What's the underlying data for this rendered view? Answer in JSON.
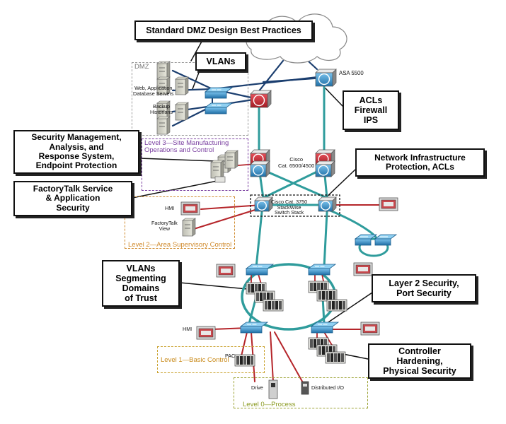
{
  "callouts": {
    "dmz": "Standard DMZ Design Best Practices",
    "vlans": "VLANs",
    "acls": "ACLs\nFirewall\nIPS",
    "security_mgmt": "Security Management,\nAnalysis, and\nResponse System,\nEndpoint Protection",
    "factorytalk": "FactoryTalk Service\n& Application\nSecurity",
    "net_infra": "Network Infrastructure\nProtection, ACLs",
    "vlans_segmenting": "VLANs\nSegmenting\nDomains\nof Trust",
    "layer2": "Layer 2 Security,\nPort Security",
    "controller": "Controller\nHardening,\nPhysical Security"
  },
  "zones": {
    "dmz": "DMZ",
    "level3": "Level 3—Site Manufacturing\nOperations and Control",
    "level2": "Level 2—Area Supervisory Control",
    "level1": "Level 1—Basic Control",
    "level0": "Level 0—Process"
  },
  "device_labels": {
    "web_app": "Web, Application,\nDatabase Servers",
    "backup": "Backup\nHistorians",
    "asa": "ASA 5500",
    "cisco_6500": "Cisco\nCat. 6500/4500",
    "cisco_3750": "Cisco Cat. 3750\nStackWise\nSwitch Stack",
    "hmi_l2": "HMI",
    "ftview": "FactoryTalk\nView",
    "hmi_l1": "HMI",
    "pac": "PAC",
    "drive": "Drive",
    "dio": "Distributed I/O"
  },
  "colors": {
    "teal_link": "#2f9c9c",
    "navy_link": "#1b3e6f",
    "red_link": "#b5252a",
    "purple_zone": "#7a3fa0",
    "orange_zone": "#d08a2c",
    "olive_zone": "#9aa030",
    "switch_blue": "#2a7fb8",
    "firewall_red": "#c42a33"
  }
}
